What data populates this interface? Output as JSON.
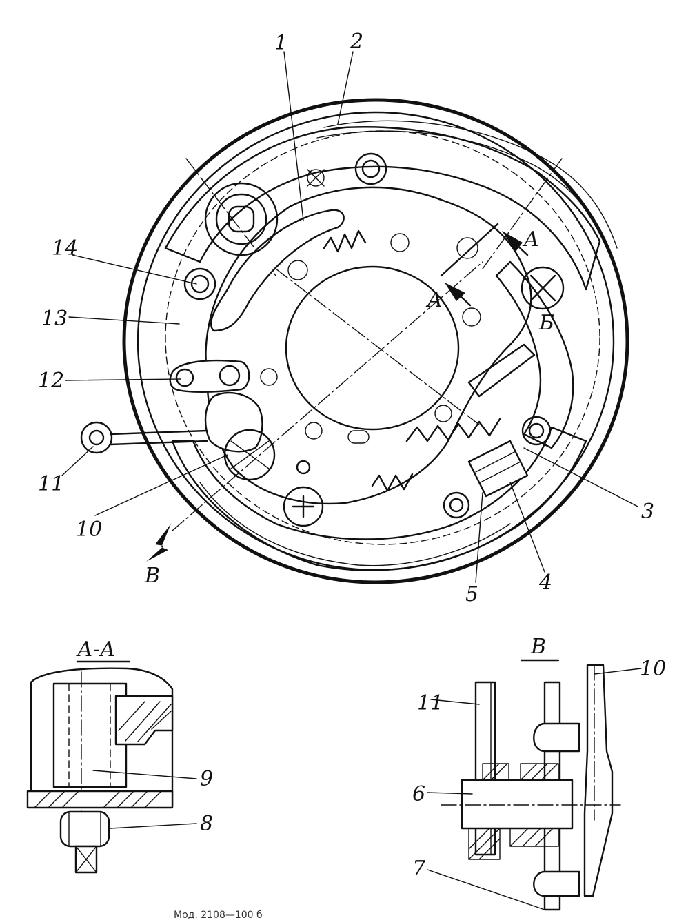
{
  "figure": {
    "main_callouts": [
      {
        "id": "c1",
        "text": "1"
      },
      {
        "id": "c2",
        "text": "2"
      },
      {
        "id": "c3",
        "text": "3"
      },
      {
        "id": "c4",
        "text": "4"
      },
      {
        "id": "c5",
        "text": "5"
      },
      {
        "id": "c10",
        "text": "10"
      },
      {
        "id": "c11",
        "text": "11"
      },
      {
        "id": "c12",
        "text": "12"
      },
      {
        "id": "c13",
        "text": "13"
      },
      {
        "id": "c14",
        "text": "14"
      }
    ],
    "section_marks": {
      "a_upper": "A",
      "a_lower": "A",
      "b_mark": "Б",
      "v_arrow": "В"
    },
    "section_aa": {
      "title": "А-А",
      "callouts": [
        {
          "id": "c9",
          "text": "9"
        },
        {
          "id": "c8",
          "text": "8"
        }
      ]
    },
    "section_v": {
      "title": "В",
      "callouts": [
        {
          "id": "v10",
          "text": "10"
        },
        {
          "id": "v11",
          "text": "11"
        },
        {
          "id": "v6",
          "text": "6"
        },
        {
          "id": "v7",
          "text": "7"
        }
      ]
    },
    "bottom_caption": "Мод. 2108—100                                        б"
  }
}
